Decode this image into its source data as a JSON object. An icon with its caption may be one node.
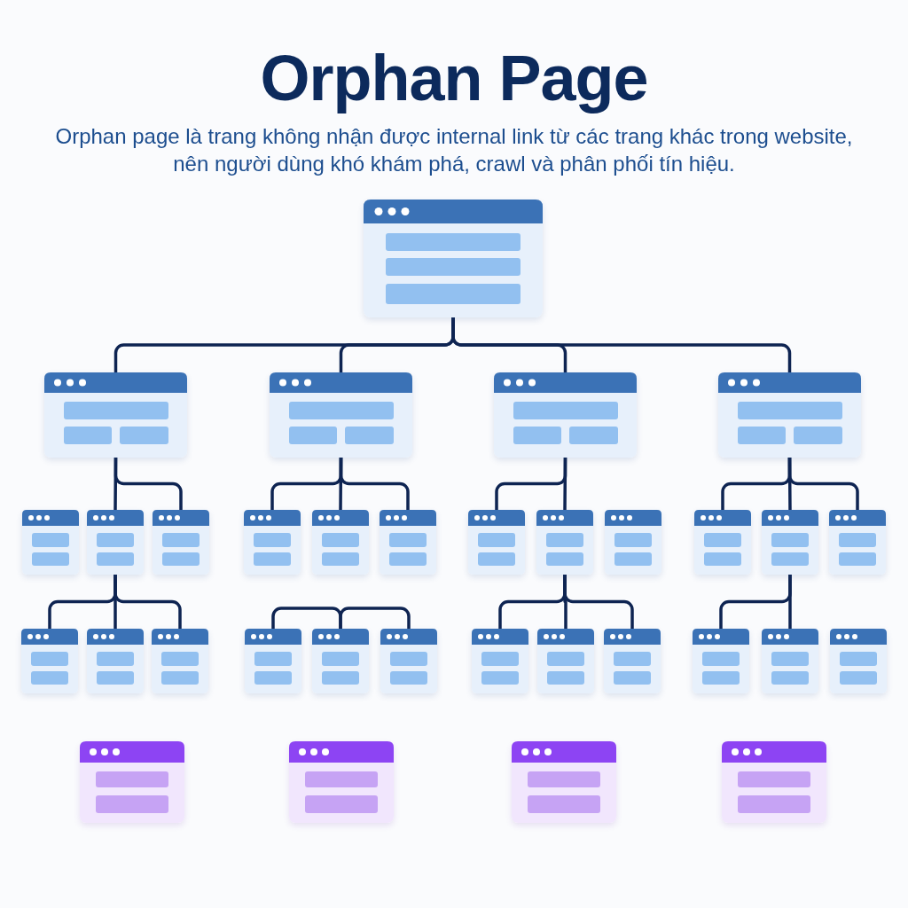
{
  "diagram": {
    "title": "Orphan Page",
    "labels": [
      "Orphan page là trang không nhận được internal link từ các trang khác trong website, nên người dùng khó khám phá, crawl và phân phối tín hiệu."
    ],
    "nodes": [
      {
        "text": [],
        "shape": "window"
      },
      {
        "text": [],
        "shape": "window"
      },
      {
        "text": [],
        "shape": "window"
      },
      {
        "text": [],
        "shape": "window"
      },
      {
        "text": [],
        "shape": "window"
      },
      {
        "text": [],
        "shape": "window"
      },
      {
        "text": [],
        "shape": "window"
      },
      {
        "text": [],
        "shape": "window"
      },
      {
        "text": [],
        "shape": "window"
      },
      {
        "text": [],
        "shape": "window"
      },
      {
        "text": [],
        "shape": "window"
      },
      {
        "text": [],
        "shape": "window"
      },
      {
        "text": [],
        "shape": "window"
      },
      {
        "text": [],
        "shape": "window"
      },
      {
        "text": [],
        "shape": "window"
      },
      {
        "text": [],
        "shape": "window"
      },
      {
        "text": [],
        "shape": "window"
      },
      {
        "text": [],
        "shape": "window"
      },
      {
        "text": [],
        "shape": "window"
      },
      {
        "text": [],
        "shape": "window"
      },
      {
        "text": [],
        "shape": "window"
      },
      {
        "text": [],
        "shape": "window"
      },
      {
        "text": [],
        "shape": "window"
      },
      {
        "text": [],
        "shape": "window"
      },
      {
        "text": [],
        "shape": "window"
      },
      {
        "text": [],
        "shape": "window"
      },
      {
        "text": [],
        "shape": "window"
      },
      {
        "text": [],
        "shape": "window"
      },
      {
        "text": [],
        "shape": "window"
      },
      {
        "text": [],
        "shape": "window"
      },
      {
        "text": [],
        "shape": "window"
      },
      {
        "text": [],
        "shape": "window"
      },
      {
        "text": [],
        "shape": "window"
      }
    ],
    "edges": [
      {
        "from": 0,
        "to": 1,
        "arrow": "none"
      },
      {
        "from": 0,
        "to": 2,
        "arrow": "none"
      },
      {
        "from": 0,
        "to": 3,
        "arrow": "none"
      },
      {
        "from": 0,
        "to": 4,
        "arrow": "none"
      },
      {
        "from": 1,
        "to": 6,
        "arrow": "none"
      },
      {
        "from": 1,
        "to": 7,
        "arrow": "none"
      },
      {
        "from": 2,
        "to": 8,
        "arrow": "none"
      },
      {
        "from": 2,
        "to": 9,
        "arrow": "none"
      },
      {
        "from": 2,
        "to": 10,
        "arrow": "none"
      },
      {
        "from": 3,
        "to": 11,
        "arrow": "none"
      },
      {
        "from": 3,
        "to": 12,
        "arrow": "none"
      },
      {
        "from": 4,
        "to": 14,
        "arrow": "none"
      },
      {
        "from": 4,
        "to": 15,
        "arrow": "none"
      },
      {
        "from": 4,
        "to": 16,
        "arrow": "none"
      },
      {
        "from": 6,
        "to": 17,
        "arrow": "none"
      },
      {
        "from": 6,
        "to": 18,
        "arrow": "none"
      },
      {
        "from": 6,
        "to": 19,
        "arrow": "none"
      },
      {
        "from": 21,
        "to": 20,
        "arrow": "none"
      },
      {
        "from": 21,
        "to": 22,
        "arrow": "none"
      },
      {
        "from": 12,
        "to": 23,
        "arrow": "none"
      },
      {
        "from": 12,
        "to": 24,
        "arrow": "none"
      },
      {
        "from": 12,
        "to": 25,
        "arrow": "none"
      },
      {
        "from": 15,
        "to": 26,
        "arrow": "none"
      },
      {
        "from": 15,
        "to": 27,
        "arrow": "none"
      }
    ]
  }
}
